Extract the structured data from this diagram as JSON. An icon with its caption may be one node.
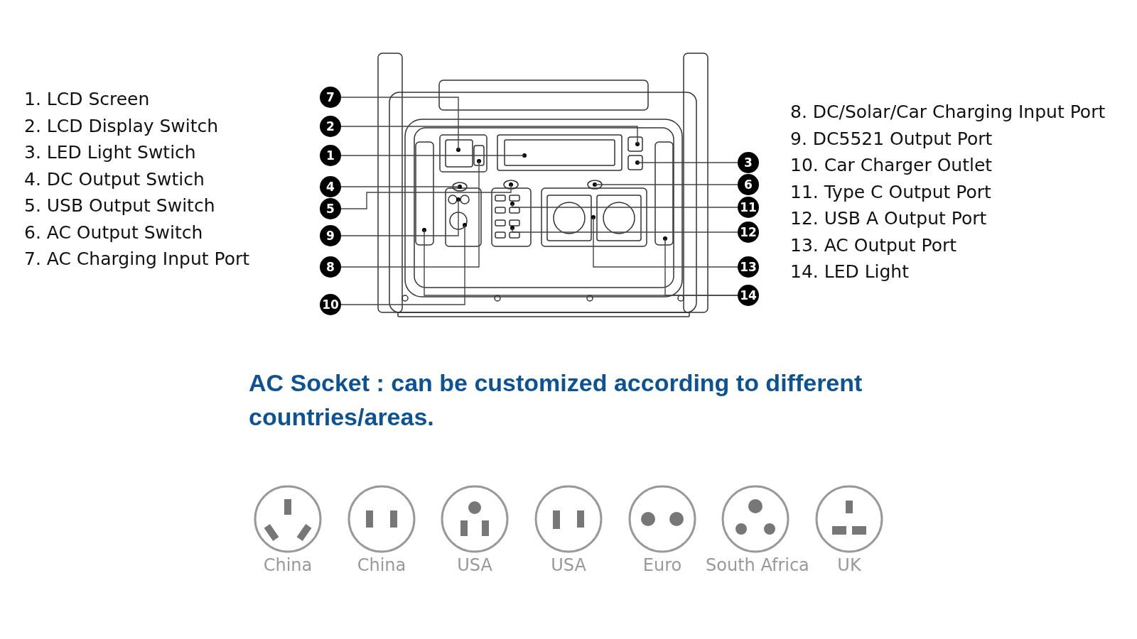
{
  "diagram": {
    "nodes": [
      {
        "text": [
          "7"
        ]
      },
      {
        "text": [
          "2"
        ]
      },
      {
        "text": [
          "1"
        ]
      },
      {
        "text": [
          "4"
        ]
      },
      {
        "text": [
          "5"
        ]
      },
      {
        "text": [
          "9"
        ]
      },
      {
        "text": [
          "8"
        ]
      },
      {
        "text": [
          "10"
        ]
      },
      {
        "text": [
          "3"
        ]
      },
      {
        "text": [
          "6"
        ]
      },
      {
        "text": [
          "11"
        ]
      },
      {
        "text": [
          "12"
        ]
      },
      {
        "text": [
          "13"
        ]
      },
      {
        "text": [
          "14"
        ]
      }
    ],
    "edges": [
      {
        "from": 0,
        "to": null,
        "arrow": "none"
      },
      {
        "from": 1,
        "to": null,
        "arrow": "none"
      },
      {
        "from": 2,
        "to": null,
        "arrow": "none"
      },
      {
        "from": 3,
        "to": null,
        "arrow": "none"
      },
      {
        "from": 4,
        "to": null,
        "arrow": "none"
      },
      {
        "from": 5,
        "to": null,
        "arrow": "none"
      },
      {
        "from": 6,
        "to": null,
        "arrow": "none"
      },
      {
        "from": 7,
        "to": null,
        "arrow": "none"
      },
      {
        "from": 8,
        "to": null,
        "arrow": "none"
      },
      {
        "from": 9,
        "to": null,
        "arrow": "none"
      },
      {
        "from": 10,
        "to": null,
        "arrow": "none"
      },
      {
        "from": 11,
        "to": null,
        "arrow": "none"
      },
      {
        "from": 12,
        "to": null,
        "arrow": "none"
      },
      {
        "from": 13,
        "to": null,
        "arrow": "none"
      },
      {
        "from": 13,
        "to": null,
        "arrow": "none"
      }
    ],
    "labels": [
      "1. LCD Screen",
      "2. LCD Display Switch",
      "3. LED Light Swtich",
      "4. DC Output Swtich",
      "5. USB Output Switch",
      "6. AC Output Switch",
      "7. AC Charging Input Port",
      "8. DC/Solar/Car Charging Input Port",
      "9. DC5521 Output Port",
      "10. Car Charger Outlet",
      "11. Type C Output Port",
      "12. USB A Output Port",
      "13. AC Output Port",
      "14. LED Light",
      "AC Socket : can be customized according to different countries/areas.",
      "China",
      "China",
      "USA",
      "USA",
      "Euro",
      "South Africa",
      "UK"
    ]
  }
}
